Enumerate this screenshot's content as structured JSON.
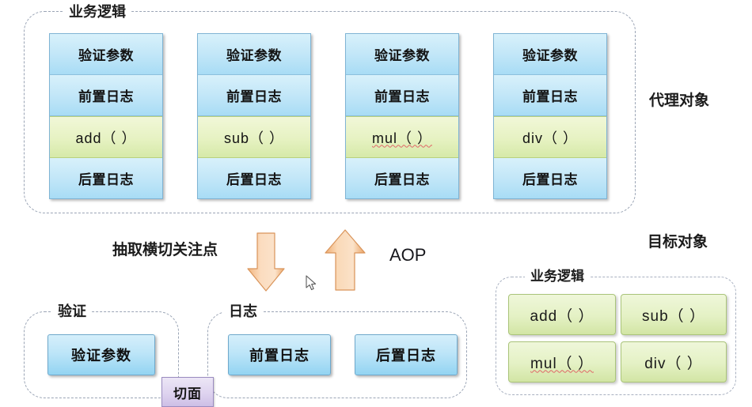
{
  "proxy_section": {
    "group_caption": "业务逻辑",
    "side_label": "代理对象",
    "cards": [
      {
        "rows": [
          {
            "text": "验证参数",
            "kind": "blue"
          },
          {
            "text": "前置日志",
            "kind": "blue"
          },
          {
            "text": "add（ ）",
            "kind": "green",
            "squiggle": false
          },
          {
            "text": "后置日志",
            "kind": "blue"
          }
        ]
      },
      {
        "rows": [
          {
            "text": "验证参数",
            "kind": "blue"
          },
          {
            "text": "前置日志",
            "kind": "blue"
          },
          {
            "text": "sub（ ）",
            "kind": "green",
            "squiggle": false
          },
          {
            "text": "后置日志",
            "kind": "blue"
          }
        ]
      },
      {
        "rows": [
          {
            "text": "验证参数",
            "kind": "blue"
          },
          {
            "text": "前置日志",
            "kind": "blue"
          },
          {
            "text": "mul（ ）",
            "kind": "green",
            "squiggle": true
          },
          {
            "text": "后置日志",
            "kind": "blue"
          }
        ]
      },
      {
        "rows": [
          {
            "text": "验证参数",
            "kind": "blue"
          },
          {
            "text": "前置日志",
            "kind": "blue"
          },
          {
            "text": "div（ ）",
            "kind": "green",
            "squiggle": false
          },
          {
            "text": "后置日志",
            "kind": "blue"
          }
        ]
      }
    ]
  },
  "flow": {
    "extract_label": "抽取横切关注点",
    "aop_label": "AOP",
    "down_arrow_name": "down-arrow",
    "up_arrow_name": "up-arrow"
  },
  "aspect_section": {
    "validate_caption": "验证",
    "validate_chips": [
      "验证参数"
    ],
    "log_caption": "日志",
    "log_chips": [
      "前置日志",
      "后置日志"
    ],
    "aspect_badge": "切面"
  },
  "target_section": {
    "side_label": "目标对象",
    "group_caption": "业务逻辑",
    "methods": [
      {
        "text": "add（ ）",
        "squiggle": false
      },
      {
        "text": "sub（ ）",
        "squiggle": false
      },
      {
        "text": "mul（ ）",
        "squiggle": true
      },
      {
        "text": "div（ ）",
        "squiggle": false
      }
    ]
  },
  "colors": {
    "blue_fill": "#bde5f8",
    "blue_border": "#6fa9cc",
    "green_fill": "#e4f1c4",
    "green_border": "#aac47a",
    "arrow_fill": "#f6c293",
    "arrow_border": "#dd9a5e",
    "dashed_border": "#9aa4b5",
    "aspect_fill": "#ded3ef",
    "aspect_border": "#9b8cc0",
    "text": "#1b1b1b"
  }
}
